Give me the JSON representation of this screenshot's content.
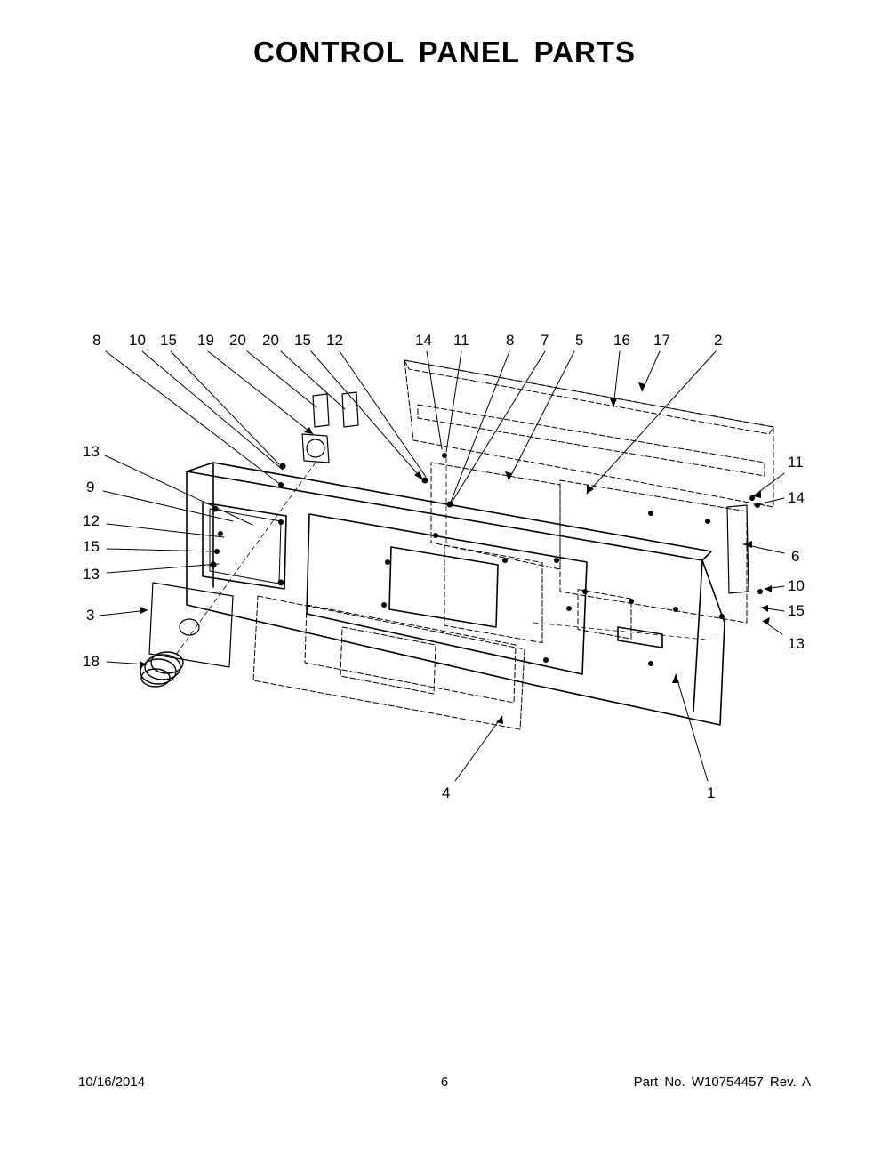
{
  "title": "CONTROL PANEL PARTS",
  "footer": {
    "date": "10/16/2014",
    "page": "6",
    "part": "Part No.  W10754457  Rev.  A"
  },
  "callouts": [
    "8",
    "10",
    "15",
    "19",
    "20",
    "20",
    "15",
    "12",
    "14",
    "11",
    "8",
    "7",
    "5",
    "16",
    "17",
    "2",
    "13",
    "9",
    "12",
    "15",
    "13",
    "3",
    "18",
    "11",
    "14",
    "6",
    "10",
    "15",
    "13",
    "4",
    "1"
  ]
}
